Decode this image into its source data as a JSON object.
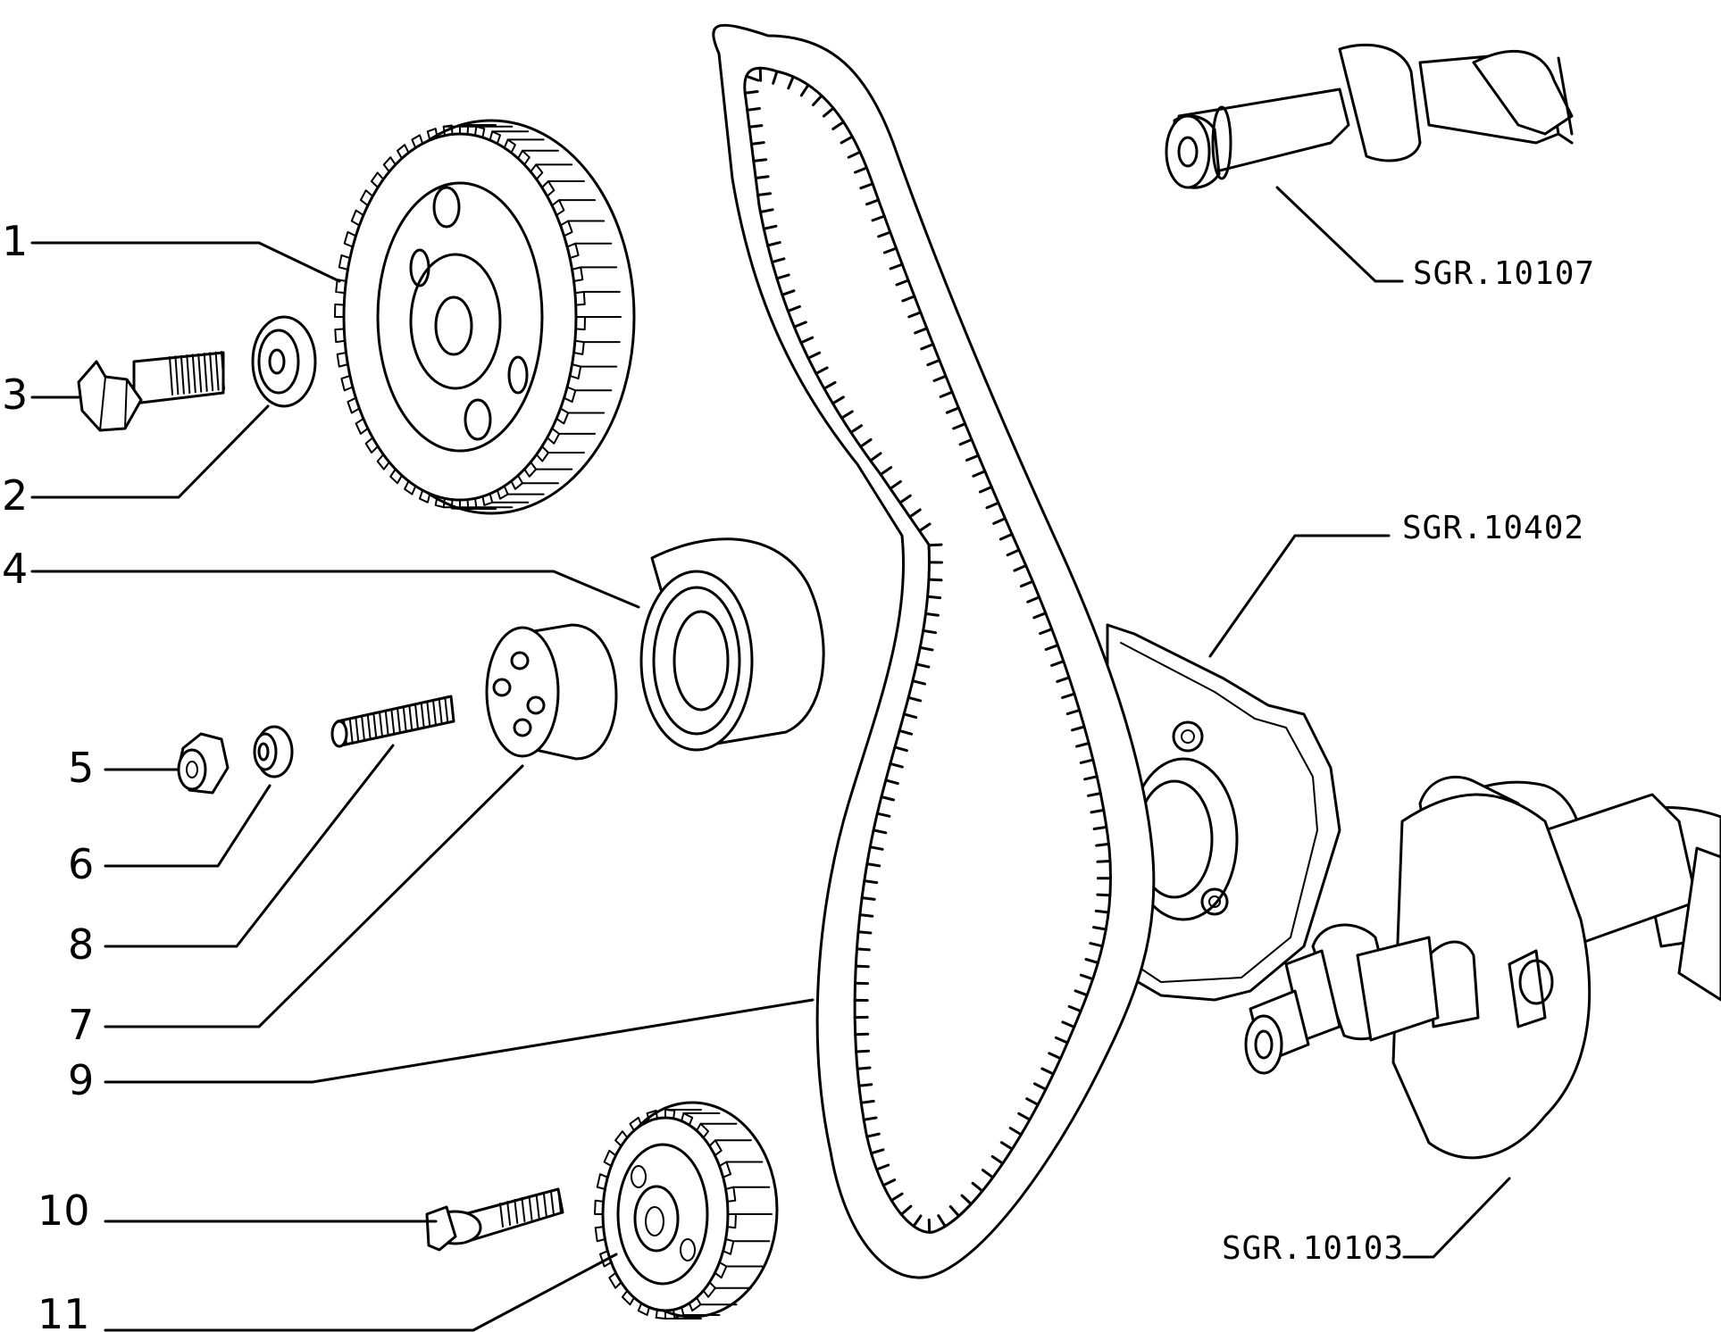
{
  "callouts": {
    "c1": "1",
    "c2": "2",
    "c3": "3",
    "c4": "4",
    "c5": "5",
    "c6": "6",
    "c7": "7",
    "c8": "8",
    "c9": "9",
    "c10": "10",
    "c11": "11"
  },
  "references": {
    "camshaft": "SGR.10107",
    "oil_pump": "SGR.10402",
    "crankshaft": "SGR.10103"
  },
  "colors": {
    "line": "#000000",
    "background": "#ffffff"
  }
}
